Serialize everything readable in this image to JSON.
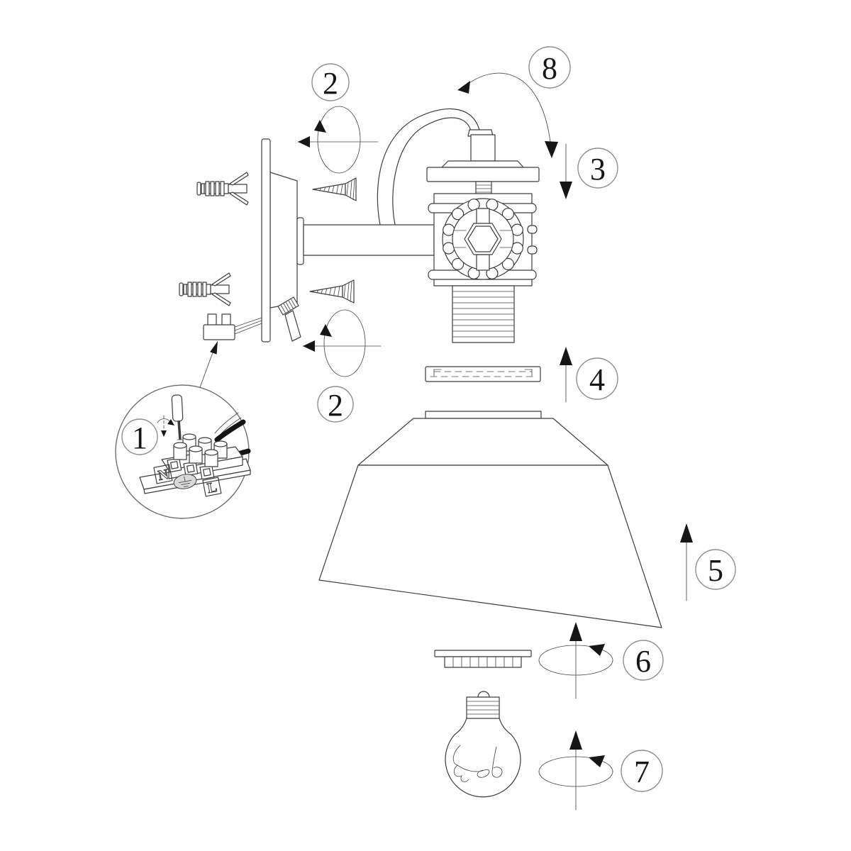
{
  "diagram": {
    "background": "#ffffff",
    "line_color": "#3d3d3d",
    "arrow_color": "#161616",
    "callouts": [
      {
        "id": "step-1",
        "label": "1"
      },
      {
        "id": "step-2-canopy-rotate",
        "label": "2"
      },
      {
        "id": "step-2-arm-rotate",
        "label": "2"
      },
      {
        "id": "step-3",
        "label": "3"
      },
      {
        "id": "step-4",
        "label": "4"
      },
      {
        "id": "step-5",
        "label": "5"
      },
      {
        "id": "step-6",
        "label": "6"
      },
      {
        "id": "step-7",
        "label": "7"
      },
      {
        "id": "step-8",
        "label": "8"
      }
    ],
    "terminal_block_labels": {
      "neutral": "N",
      "live": "L",
      "earth": "earth-symbol"
    }
  }
}
